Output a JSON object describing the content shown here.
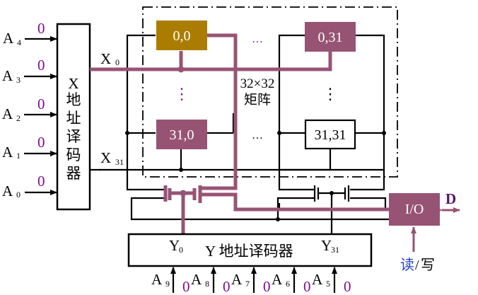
{
  "diagram": {
    "title": "32×32 memory array with X/Y address decoders",
    "colors": {
      "selected_cell_00": "#aa7d00",
      "selected_path": "#975374",
      "bit_value": "#7a0f8c",
      "rw_label": "#1f3fc8"
    },
    "x_inputs": [
      {
        "label": "A",
        "sub": "4",
        "bit": "0"
      },
      {
        "label": "A",
        "sub": "3",
        "bit": "0"
      },
      {
        "label": "A",
        "sub": "2",
        "bit": "0"
      },
      {
        "label": "A",
        "sub": "1",
        "bit": "0"
      },
      {
        "label": "A",
        "sub": "0",
        "bit": "0"
      }
    ],
    "x_decoder": {
      "chars": [
        "X",
        "地",
        "址",
        "译",
        "码",
        "器"
      ]
    },
    "x_outputs": [
      {
        "label": "X",
        "sub": "0"
      },
      {
        "label": "X",
        "sub": "31"
      }
    ],
    "cells": {
      "c00": "0,0",
      "c031": "0,31",
      "c310": "31,0",
      "c3131": "31,31"
    },
    "ellipsis_h": "…",
    "ellipsis_v": "⋮",
    "matrix_label": {
      "line1": "32×32",
      "line2": "矩阵"
    },
    "io": {
      "label": "I/O",
      "data_label": "D",
      "rw_read": "读",
      "rw_sep": "/",
      "rw_write": "写"
    },
    "y_decoder": {
      "title": "Y 地址译码器",
      "out0": {
        "label": "Y",
        "sub": "0"
      },
      "out31": {
        "label": "Y",
        "sub": "31"
      }
    },
    "y_inputs": [
      {
        "label": "A",
        "sub": "9",
        "bit": "0"
      },
      {
        "label": "A",
        "sub": "8",
        "bit": "0"
      },
      {
        "label": "A",
        "sub": "7",
        "bit": "0"
      },
      {
        "label": "A",
        "sub": "6",
        "bit": "0"
      },
      {
        "label": "A",
        "sub": "5",
        "bit": "0"
      }
    ]
  }
}
